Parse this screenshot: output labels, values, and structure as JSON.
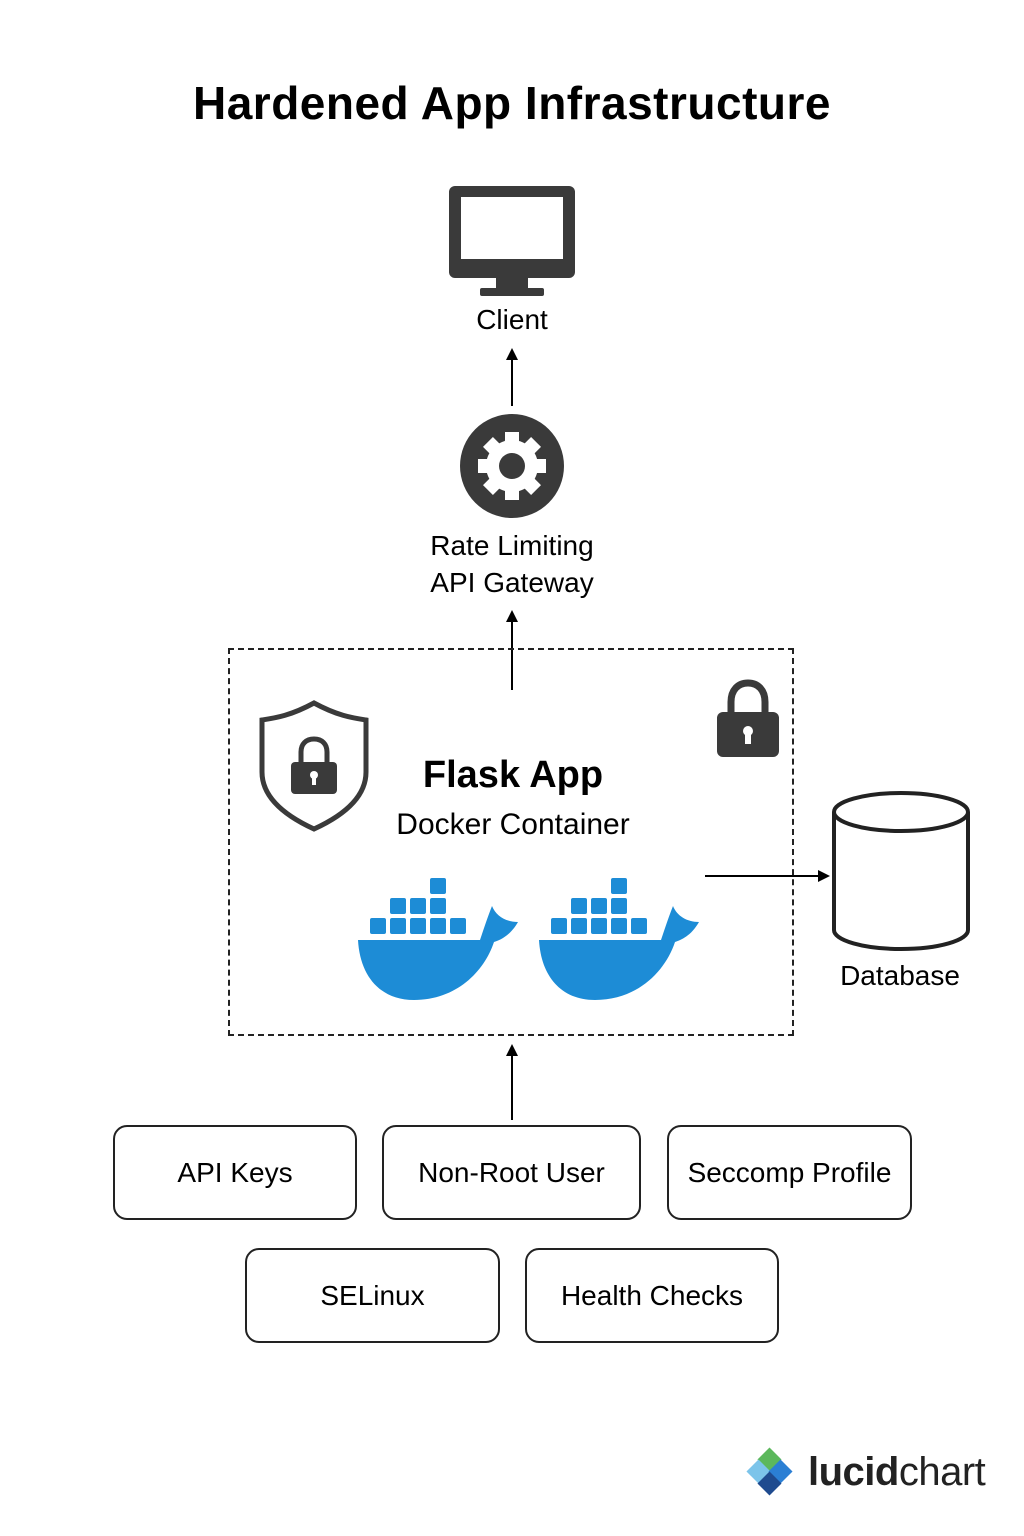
{
  "title": "Hardened App Infrastructure",
  "nodes": {
    "client": {
      "label": "Client",
      "icon": "monitor-icon"
    },
    "gateway": {
      "label_line1": "Rate Limiting",
      "label_line2": "API Gateway",
      "icon": "gear-icon"
    },
    "container": {
      "title": "Flask App",
      "subtitle": "Docker Container",
      "icons": [
        "shield-lock-icon",
        "padlock-icon",
        "docker-whale-icon",
        "docker-whale-icon"
      ]
    },
    "database": {
      "label": "Database",
      "icon": "database-cylinder-icon"
    }
  },
  "features": [
    "API Keys",
    "Non-Root User",
    "Seccomp Profile",
    "SELinux",
    "Health Checks"
  ],
  "edges": [
    {
      "from": "gateway",
      "to": "client"
    },
    {
      "from": "container",
      "to": "gateway"
    },
    {
      "from": "container",
      "to": "database"
    },
    {
      "from": "features",
      "to": "container"
    }
  ],
  "brand": {
    "part1": "lucid",
    "part2": "chart"
  },
  "colors": {
    "icon_dark": "#3a3a3a",
    "docker_blue": "#1d8cd6",
    "brand_green": "#5cb85c",
    "brand_blue": "#2b7fd4",
    "brand_light_blue": "#7cc4ea",
    "brand_navy": "#1f4b8f"
  }
}
